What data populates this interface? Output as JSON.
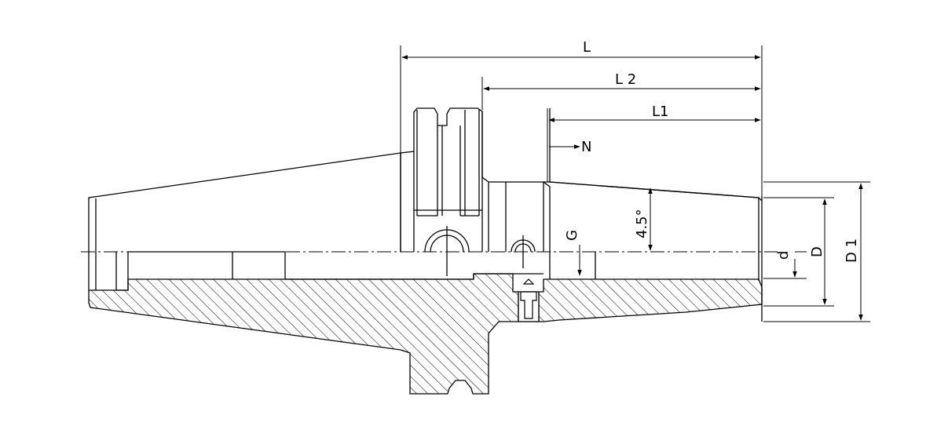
{
  "dimensions": {
    "L": "L",
    "L2": "L 2",
    "L1": "L1",
    "N": "N",
    "G": "G",
    "angle": "4.5°",
    "d": "d",
    "D": "D",
    "D1": "D 1"
  },
  "colors": {
    "line": "#000000",
    "hatch": "#000000",
    "background": "#ffffff"
  }
}
